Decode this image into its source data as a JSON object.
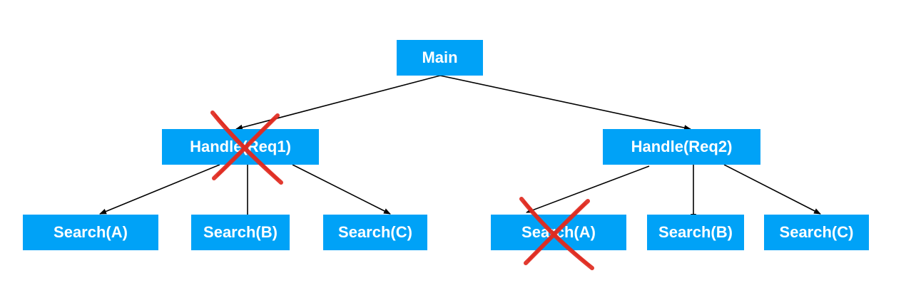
{
  "diagram": {
    "node_color": "#00a2f7",
    "edge_color": "#000000",
    "cross_color": "#e02a1f",
    "nodes": {
      "main": {
        "label": "Main"
      },
      "handle_req1": {
        "label": "Handle(Req1)",
        "crossed_out": true
      },
      "handle_req2": {
        "label": "Handle(Req2)",
        "crossed_out": false
      },
      "req1_search_a": {
        "label": "Search(A)"
      },
      "req1_search_b": {
        "label": "Search(B)"
      },
      "req1_search_c": {
        "label": "Search(C)"
      },
      "req2_search_a": {
        "label": "Search(A)",
        "crossed_out": true
      },
      "req2_search_b": {
        "label": "Search(B)"
      },
      "req2_search_c": {
        "label": "Search(C)"
      }
    },
    "edges": [
      {
        "from": "main",
        "to": "handle_req1"
      },
      {
        "from": "main",
        "to": "handle_req2"
      },
      {
        "from": "handle_req1",
        "to": "req1_search_a"
      },
      {
        "from": "handle_req1",
        "to": "req1_search_b"
      },
      {
        "from": "handle_req1",
        "to": "req1_search_c"
      },
      {
        "from": "handle_req2",
        "to": "req2_search_a"
      },
      {
        "from": "handle_req2",
        "to": "req2_search_b"
      },
      {
        "from": "handle_req2",
        "to": "req2_search_c"
      }
    ]
  }
}
